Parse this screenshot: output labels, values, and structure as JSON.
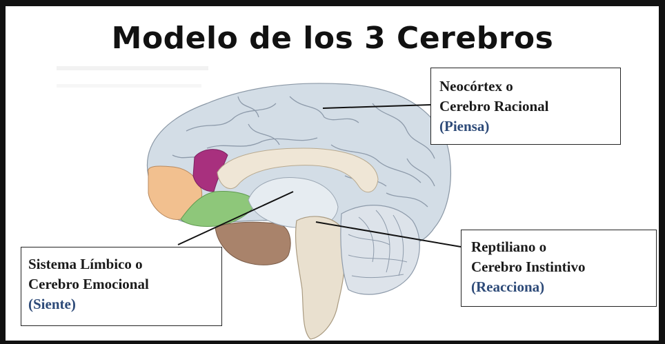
{
  "title": "Modelo de los 3 Cerebros",
  "labels": {
    "neocortex": {
      "line1": "Neocórtex o",
      "line2": "Cerebro Racional",
      "action": "(Piensa)"
    },
    "reptilian": {
      "line1": "Reptiliano o",
      "line2": "Cerebro Instintivo",
      "action": "(Reacciona)"
    },
    "limbic": {
      "line1": "Sistema Límbico o",
      "line2": "Cerebro Emocional",
      "action": "(Siente)"
    }
  },
  "colors": {
    "cortex": "#d3dde6",
    "frontal_pole": "#f2c08f",
    "cingulate_magenta": "#a8307e",
    "orbital_green": "#8ec77a",
    "temporal_brown": "#a9836b",
    "brainstem": "#e9e0cf",
    "cerebellum": "#dde3ea",
    "action_text": "#2d4a78"
  }
}
